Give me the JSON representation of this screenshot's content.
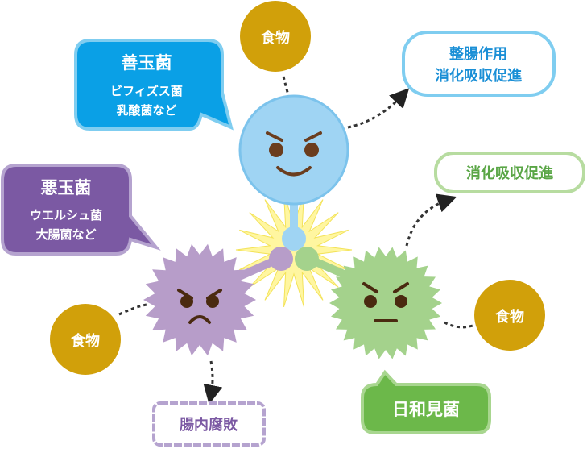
{
  "good_bacteria": {
    "title": "善玉菌",
    "line1": "ビフィズス菌",
    "line2": "乳酸菌など"
  },
  "bad_bacteria": {
    "title": "悪玉菌",
    "line1": "ウエルシュ菌",
    "line2": "大腸菌など"
  },
  "opportunistic_bacteria": {
    "title": "日和見菌"
  },
  "food_labels": [
    "食物",
    "食物",
    "食物"
  ],
  "effects": {
    "good_line1": "整腸作用",
    "good_line2": "消化吸収促進",
    "opportunistic": "消化吸収促進",
    "bad": "腸内腐敗"
  },
  "colors": {
    "good": "#0aa0e6",
    "good_face": "#9fd4f3",
    "bad": "#7b59a3",
    "bad_face": "#b79dc9",
    "opportunistic": "#6cb84a",
    "opportunistic_face": "#a4d28c",
    "food": "#d1a00a"
  }
}
